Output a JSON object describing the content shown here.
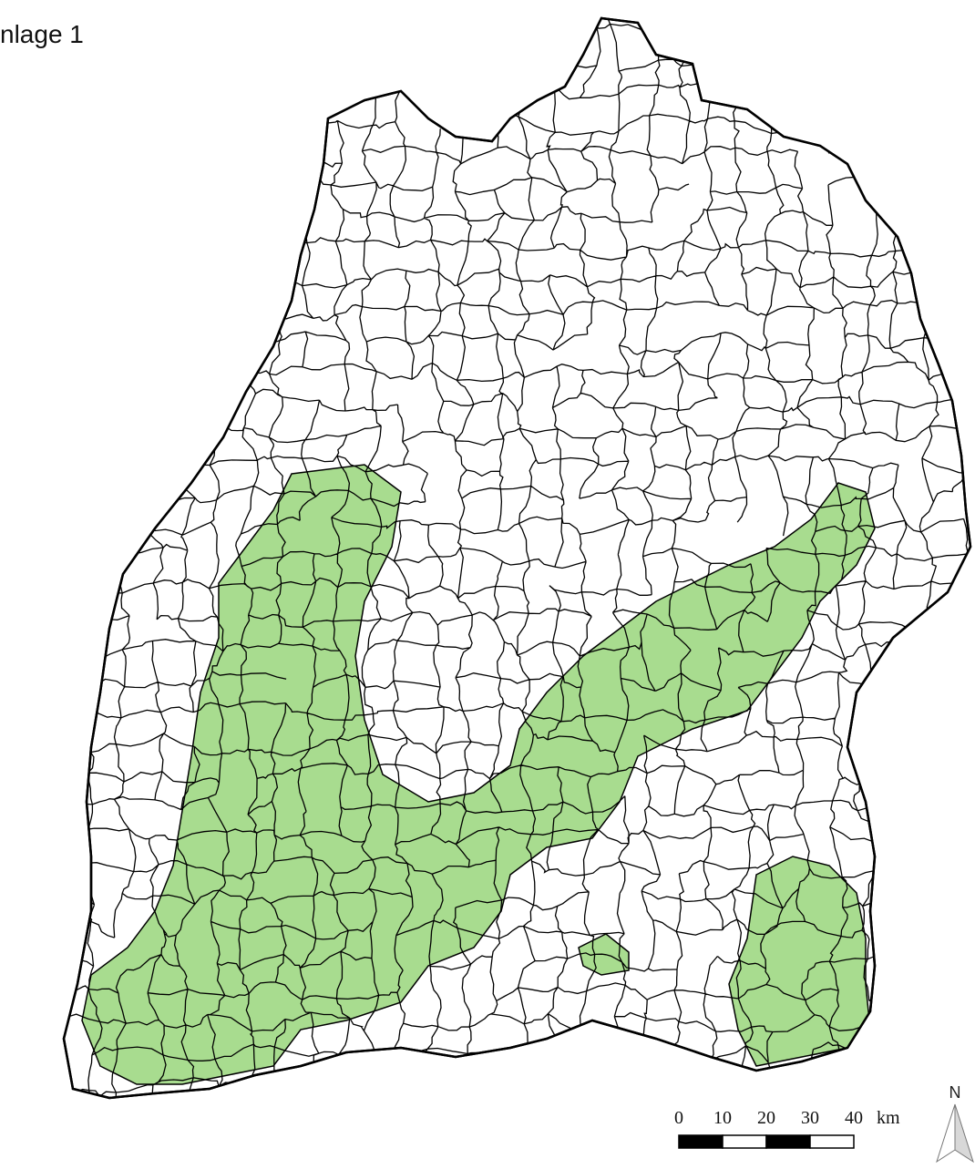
{
  "page": {
    "label": "nlage 1"
  },
  "colors": {
    "region_fill": "#a8dc8f",
    "outline": "#000000",
    "background": "#ffffff"
  },
  "scale_bar": {
    "ticks": [
      "0",
      "10",
      "20",
      "30",
      "40"
    ],
    "unit": "km"
  },
  "north_arrow": {
    "label": "N"
  }
}
